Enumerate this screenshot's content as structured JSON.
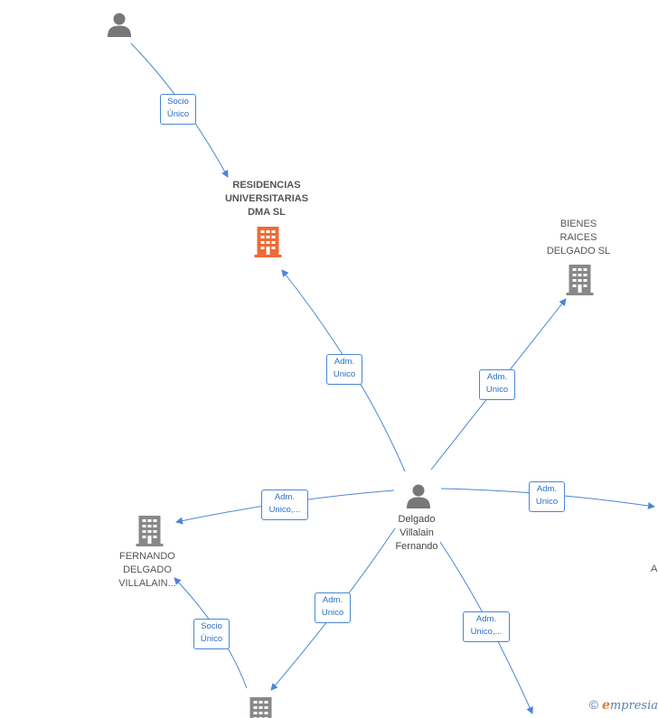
{
  "nodes": {
    "person_top": {
      "label": ""
    },
    "residencias": {
      "label": "RESIDENCIAS\nUNIVERSITARIAS\nDMA  SL"
    },
    "bienes": {
      "label": "BIENES\nRAICES\nDELGADO SL"
    },
    "center_person": {
      "label": "Delgado\nVillalain\nFernando"
    },
    "fernando_co": {
      "label": "FERNANDO\nDELGADO\nVILLALAIN..."
    },
    "right_edge_letter": {
      "label": "A"
    }
  },
  "edges": {
    "e1": {
      "label": "Socio\nÚnico"
    },
    "e2": {
      "label": "Adm.\nUnico"
    },
    "e3": {
      "label": "Adm.\nUnico"
    },
    "e4": {
      "label": "Adm.\nUnico"
    },
    "e5": {
      "label": "Adm.\nUnico,..."
    },
    "e6": {
      "label": "Adm.\nUnico"
    },
    "e7": {
      "label": "Adm.\nUnico,..."
    },
    "e8": {
      "label": "Socio\nÚnico"
    }
  },
  "footer": {
    "copyright_symbol": "©",
    "brand_initial": "e",
    "brand_rest": "mpresia"
  },
  "colors": {
    "edge": "#4a86d4",
    "building_main": "#f06a33",
    "building_other": "#888888",
    "person": "#777777"
  }
}
